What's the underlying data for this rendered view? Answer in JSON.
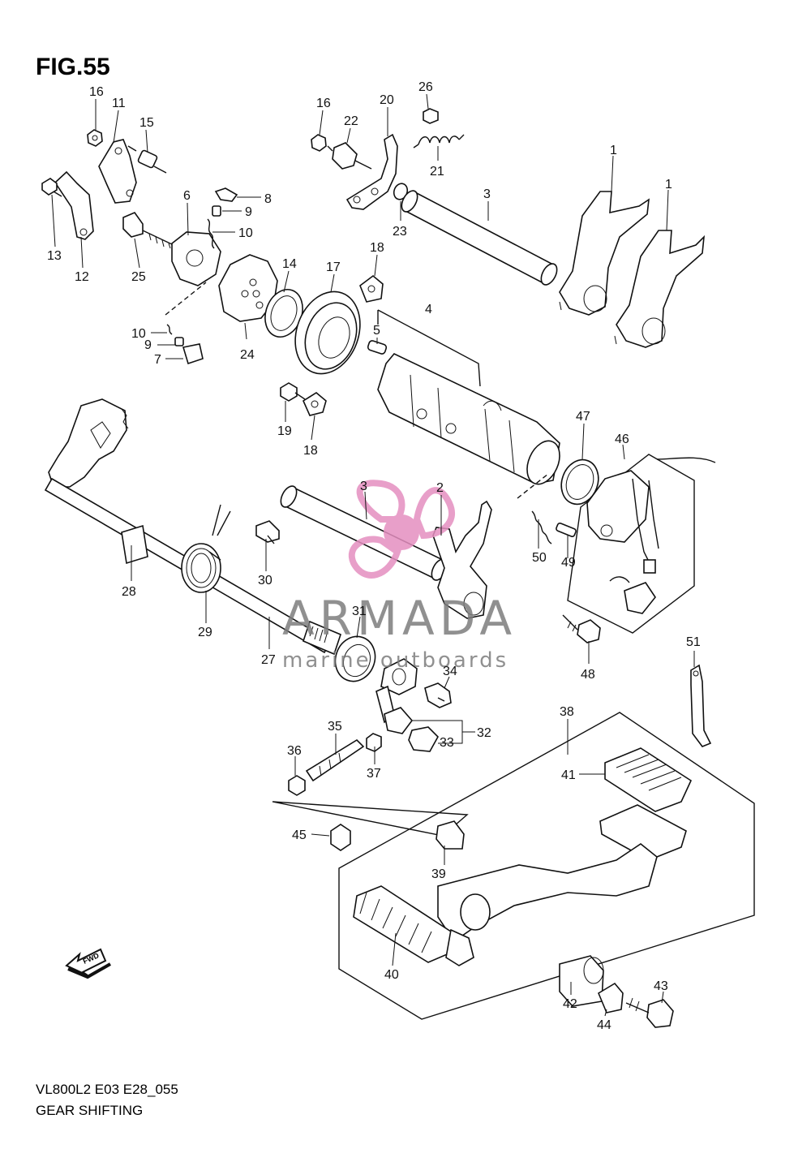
{
  "figure": {
    "title": "FIG.55"
  },
  "footer": {
    "model_code": "VL800L2 E03 E28_055",
    "section_name": "GEAR SHIFTING"
  },
  "fwd_arrow": {
    "label": "FWD"
  },
  "watermark": {
    "brand": "ARMADA",
    "tagline": "marine outboards",
    "accent": "#e58fc0"
  },
  "callouts": [
    "16",
    "11",
    "15",
    "13",
    "12",
    "6",
    "8",
    "9",
    "10",
    "25",
    "16",
    "22",
    "20",
    "26",
    "21",
    "23",
    "3",
    "1",
    "1",
    "14",
    "17",
    "18",
    "10",
    "9",
    "7",
    "24",
    "4",
    "5",
    "19",
    "18",
    "47",
    "46",
    "3",
    "2",
    "50",
    "49",
    "28",
    "30",
    "29",
    "27",
    "31",
    "34",
    "48",
    "51",
    "35",
    "32",
    "36",
    "33",
    "37",
    "38",
    "41",
    "45",
    "39",
    "40",
    "42",
    "44",
    "43"
  ]
}
